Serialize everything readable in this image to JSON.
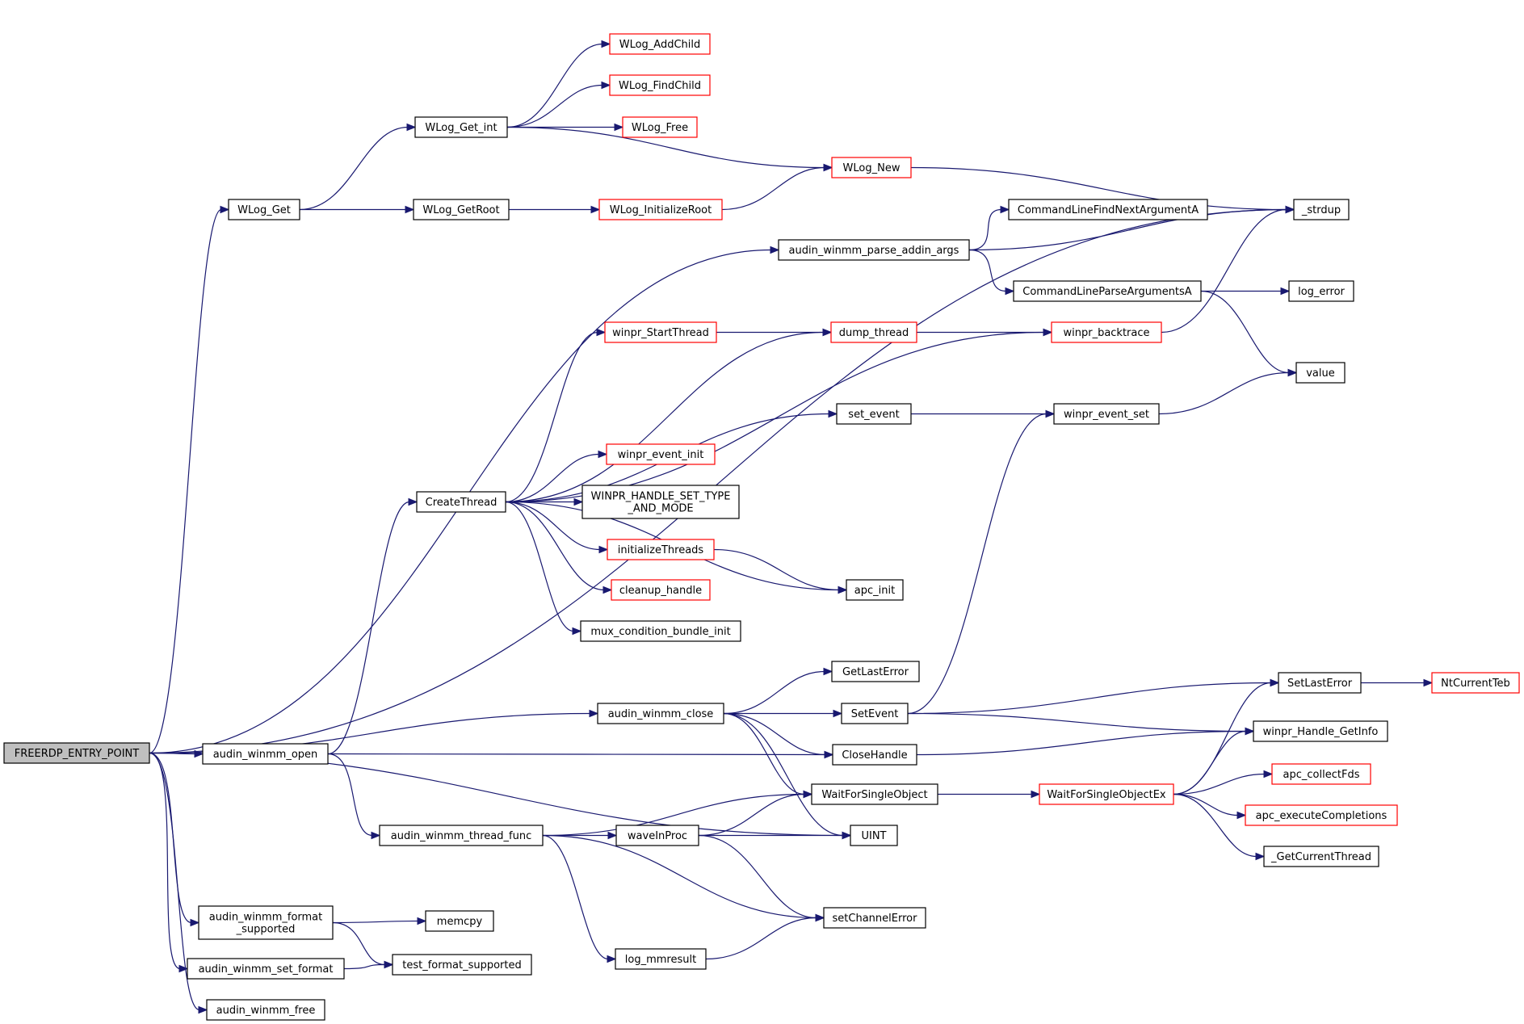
{
  "colors": {
    "edge": "#191970",
    "node_border_black": "#000000",
    "node_border_red": "#ff0000",
    "root_fill": "#bfbfbf"
  },
  "nodes": [
    {
      "id": "FREERDP_ENTRY_POINT",
      "lines": [
        "FREERDP_ENTRY_POINT"
      ],
      "border": "black",
      "root": true
    },
    {
      "id": "WLog_Get",
      "lines": [
        "WLog_Get"
      ],
      "border": "black"
    },
    {
      "id": "WLog_Get_int",
      "lines": [
        "WLog_Get_int"
      ],
      "border": "black"
    },
    {
      "id": "WLog_GetRoot",
      "lines": [
        "WLog_GetRoot"
      ],
      "border": "black"
    },
    {
      "id": "WLog_AddChild",
      "lines": [
        "WLog_AddChild"
      ],
      "border": "red"
    },
    {
      "id": "WLog_FindChild",
      "lines": [
        "WLog_FindChild"
      ],
      "border": "red"
    },
    {
      "id": "WLog_Free",
      "lines": [
        "WLog_Free"
      ],
      "border": "red"
    },
    {
      "id": "WLog_InitializeRoot",
      "lines": [
        "WLog_InitializeRoot"
      ],
      "border": "red"
    },
    {
      "id": "WLog_New",
      "lines": [
        "WLog_New"
      ],
      "border": "red"
    },
    {
      "id": "_strdup",
      "lines": [
        "_strdup"
      ],
      "border": "black"
    },
    {
      "id": "audin_winmm_parse_addin_args",
      "lines": [
        "audin_winmm_parse_addin_args"
      ],
      "border": "black"
    },
    {
      "id": "CommandLineFindNextArgumentA",
      "lines": [
        "CommandLineFindNextArgumentA"
      ],
      "border": "black"
    },
    {
      "id": "CommandLineParseArgumentsA",
      "lines": [
        "CommandLineParseArgumentsA"
      ],
      "border": "black"
    },
    {
      "id": "log_error",
      "lines": [
        "log_error"
      ],
      "border": "black"
    },
    {
      "id": "value",
      "lines": [
        "value"
      ],
      "border": "black"
    },
    {
      "id": "winpr_StartThread",
      "lines": [
        "winpr_StartThread"
      ],
      "border": "red"
    },
    {
      "id": "dump_thread",
      "lines": [
        "dump_thread"
      ],
      "border": "red"
    },
    {
      "id": "winpr_backtrace",
      "lines": [
        "winpr_backtrace"
      ],
      "border": "red"
    },
    {
      "id": "set_event",
      "lines": [
        "set_event"
      ],
      "border": "black"
    },
    {
      "id": "winpr_event_set",
      "lines": [
        "winpr_event_set"
      ],
      "border": "black"
    },
    {
      "id": "winpr_event_init",
      "lines": [
        "winpr_event_init"
      ],
      "border": "red"
    },
    {
      "id": "CreateThread",
      "lines": [
        "CreateThread"
      ],
      "border": "black"
    },
    {
      "id": "WINPR_HANDLE_SET_TYPE_AND_MODE",
      "lines": [
        "WINPR_HANDLE_SET_TYPE",
        "_AND_MODE"
      ],
      "border": "black"
    },
    {
      "id": "initializeThreads",
      "lines": [
        "initializeThreads"
      ],
      "border": "red"
    },
    {
      "id": "cleanup_handle",
      "lines": [
        "cleanup_handle"
      ],
      "border": "red"
    },
    {
      "id": "apc_init",
      "lines": [
        "apc_init"
      ],
      "border": "black"
    },
    {
      "id": "mux_condition_bundle_init",
      "lines": [
        "mux_condition_bundle_init"
      ],
      "border": "black"
    },
    {
      "id": "GetLastError",
      "lines": [
        "GetLastError"
      ],
      "border": "black"
    },
    {
      "id": "audin_winmm_close",
      "lines": [
        "audin_winmm_close"
      ],
      "border": "black"
    },
    {
      "id": "SetEvent",
      "lines": [
        "SetEvent"
      ],
      "border": "black"
    },
    {
      "id": "SetLastError",
      "lines": [
        "SetLastError"
      ],
      "border": "black"
    },
    {
      "id": "NtCurrentTeb",
      "lines": [
        "NtCurrentTeb"
      ],
      "border": "red"
    },
    {
      "id": "winpr_Handle_GetInfo",
      "lines": [
        "winpr_Handle_GetInfo"
      ],
      "border": "black"
    },
    {
      "id": "audin_winmm_open",
      "lines": [
        "audin_winmm_open"
      ],
      "border": "black"
    },
    {
      "id": "CloseHandle",
      "lines": [
        "CloseHandle"
      ],
      "border": "black"
    },
    {
      "id": "WaitForSingleObject",
      "lines": [
        "WaitForSingleObject"
      ],
      "border": "black"
    },
    {
      "id": "WaitForSingleObjectEx",
      "lines": [
        "WaitForSingleObjectEx"
      ],
      "border": "red"
    },
    {
      "id": "apc_collectFds",
      "lines": [
        "apc_collectFds"
      ],
      "border": "red"
    },
    {
      "id": "apc_executeCompletions",
      "lines": [
        "apc_executeCompletions"
      ],
      "border": "red"
    },
    {
      "id": "_GetCurrentThread",
      "lines": [
        "_GetCurrentThread"
      ],
      "border": "black"
    },
    {
      "id": "audin_winmm_thread_func",
      "lines": [
        "audin_winmm_thread_func"
      ],
      "border": "black"
    },
    {
      "id": "waveInProc",
      "lines": [
        "waveInProc"
      ],
      "border": "black"
    },
    {
      "id": "UINT",
      "lines": [
        "UINT"
      ],
      "border": "black"
    },
    {
      "id": "setChannelError",
      "lines": [
        "setChannelError"
      ],
      "border": "black"
    },
    {
      "id": "audin_winmm_format_supported",
      "lines": [
        "audin_winmm_format",
        "_supported"
      ],
      "border": "black"
    },
    {
      "id": "memcpy",
      "lines": [
        "memcpy"
      ],
      "border": "black"
    },
    {
      "id": "audin_winmm_set_format",
      "lines": [
        "audin_winmm_set_format"
      ],
      "border": "black"
    },
    {
      "id": "test_format_supported",
      "lines": [
        "test_format_supported"
      ],
      "border": "black"
    },
    {
      "id": "log_mmresult",
      "lines": [
        "log_mmresult"
      ],
      "border": "black"
    },
    {
      "id": "audin_winmm_free",
      "lines": [
        "audin_winmm_free"
      ],
      "border": "black"
    }
  ],
  "edges": [
    {
      "from": "FREERDP_ENTRY_POINT",
      "to": "_strdup"
    },
    {
      "from": "FREERDP_ENTRY_POINT",
      "to": "WLog_Get"
    },
    {
      "from": "FREERDP_ENTRY_POINT",
      "to": "audin_winmm_parse_addin_args"
    },
    {
      "from": "FREERDP_ENTRY_POINT",
      "to": "audin_winmm_close"
    },
    {
      "from": "FREERDP_ENTRY_POINT",
      "to": "audin_winmm_open"
    },
    {
      "from": "FREERDP_ENTRY_POINT",
      "to": "UINT"
    },
    {
      "from": "FREERDP_ENTRY_POINT",
      "to": "audin_winmm_format_supported"
    },
    {
      "from": "FREERDP_ENTRY_POINT",
      "to": "audin_winmm_set_format"
    },
    {
      "from": "FREERDP_ENTRY_POINT",
      "to": "audin_winmm_free"
    },
    {
      "from": "WLog_Get",
      "to": "WLog_Get_int"
    },
    {
      "from": "WLog_Get",
      "to": "WLog_GetRoot"
    },
    {
      "from": "WLog_Get_int",
      "to": "WLog_AddChild"
    },
    {
      "from": "WLog_Get_int",
      "to": "WLog_FindChild"
    },
    {
      "from": "WLog_Get_int",
      "to": "WLog_Free"
    },
    {
      "from": "WLog_Get_int",
      "to": "WLog_New"
    },
    {
      "from": "WLog_GetRoot",
      "to": "WLog_InitializeRoot"
    },
    {
      "from": "WLog_InitializeRoot",
      "to": "WLog_New"
    },
    {
      "from": "WLog_New",
      "to": "_strdup"
    },
    {
      "from": "audin_winmm_parse_addin_args",
      "to": "CommandLineFindNextArgumentA"
    },
    {
      "from": "audin_winmm_parse_addin_args",
      "to": "_strdup"
    },
    {
      "from": "audin_winmm_parse_addin_args",
      "to": "CommandLineParseArgumentsA"
    },
    {
      "from": "CommandLineParseArgumentsA",
      "to": "log_error"
    },
    {
      "from": "CommandLineParseArgumentsA",
      "to": "value"
    },
    {
      "from": "winpr_backtrace",
      "to": "_strdup"
    },
    {
      "from": "CreateThread",
      "to": "dump_thread"
    },
    {
      "from": "CreateThread",
      "to": "winpr_StartThread"
    },
    {
      "from": "CreateThread",
      "to": "winpr_backtrace"
    },
    {
      "from": "CreateThread",
      "to": "set_event"
    },
    {
      "from": "CreateThread",
      "to": "winpr_event_init"
    },
    {
      "from": "CreateThread",
      "to": "WINPR_HANDLE_SET_TYPE_AND_MODE"
    },
    {
      "from": "CreateThread",
      "to": "initializeThreads"
    },
    {
      "from": "CreateThread",
      "to": "cleanup_handle"
    },
    {
      "from": "CreateThread",
      "to": "mux_condition_bundle_init"
    },
    {
      "from": "CreateThread",
      "to": "apc_init"
    },
    {
      "from": "winpr_StartThread",
      "to": "dump_thread"
    },
    {
      "from": "dump_thread",
      "to": "winpr_backtrace"
    },
    {
      "from": "set_event",
      "to": "winpr_event_set"
    },
    {
      "from": "winpr_event_set",
      "to": "value"
    },
    {
      "from": "initializeThreads",
      "to": "apc_init"
    },
    {
      "from": "audin_winmm_close",
      "to": "GetLastError"
    },
    {
      "from": "audin_winmm_close",
      "to": "SetEvent"
    },
    {
      "from": "audin_winmm_close",
      "to": "CloseHandle"
    },
    {
      "from": "audin_winmm_close",
      "to": "WaitForSingleObject"
    },
    {
      "from": "audin_winmm_close",
      "to": "UINT"
    },
    {
      "from": "SetEvent",
      "to": "winpr_event_set"
    },
    {
      "from": "SetEvent",
      "to": "SetLastError"
    },
    {
      "from": "SetEvent",
      "to": "winpr_Handle_GetInfo"
    },
    {
      "from": "SetLastError",
      "to": "NtCurrentTeb"
    },
    {
      "from": "audin_winmm_open",
      "to": "CreateThread"
    },
    {
      "from": "audin_winmm_open",
      "to": "CloseHandle"
    },
    {
      "from": "audin_winmm_open",
      "to": "audin_winmm_thread_func"
    },
    {
      "from": "CloseHandle",
      "to": "winpr_Handle_GetInfo"
    },
    {
      "from": "WaitForSingleObject",
      "to": "WaitForSingleObjectEx"
    },
    {
      "from": "WaitForSingleObjectEx",
      "to": "SetLastError"
    },
    {
      "from": "WaitForSingleObjectEx",
      "to": "winpr_Handle_GetInfo"
    },
    {
      "from": "WaitForSingleObjectEx",
      "to": "apc_collectFds"
    },
    {
      "from": "WaitForSingleObjectEx",
      "to": "apc_executeCompletions"
    },
    {
      "from": "WaitForSingleObjectEx",
      "to": "_GetCurrentThread"
    },
    {
      "from": "audin_winmm_thread_func",
      "to": "WaitForSingleObject"
    },
    {
      "from": "audin_winmm_thread_func",
      "to": "waveInProc"
    },
    {
      "from": "audin_winmm_thread_func",
      "to": "setChannelError"
    },
    {
      "from": "audin_winmm_thread_func",
      "to": "log_mmresult"
    },
    {
      "from": "waveInProc",
      "to": "WaitForSingleObject"
    },
    {
      "from": "waveInProc",
      "to": "UINT"
    },
    {
      "from": "waveInProc",
      "to": "setChannelError"
    },
    {
      "from": "log_mmresult",
      "to": "setChannelError"
    },
    {
      "from": "audin_winmm_format_supported",
      "to": "memcpy"
    },
    {
      "from": "audin_winmm_format_supported",
      "to": "test_format_supported"
    },
    {
      "from": "audin_winmm_set_format",
      "to": "test_format_supported"
    }
  ]
}
